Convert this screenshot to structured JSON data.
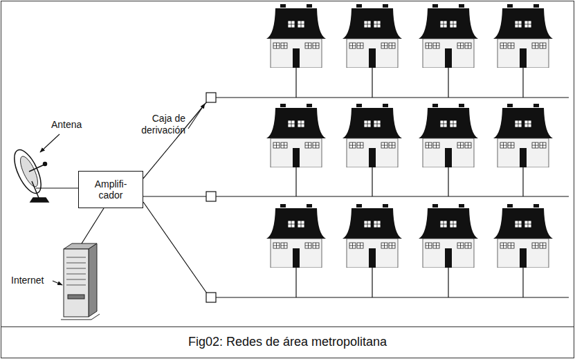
{
  "diagram": {
    "caption": "Fig02: Redes de área metropolitana",
    "nodes": [
      {
        "text": [
          "Amplifi- cador"
        ]
      }
    ],
    "edges": [],
    "labels": [
      "Caja de derivación",
      "Antena",
      "Internet"
    ]
  }
}
